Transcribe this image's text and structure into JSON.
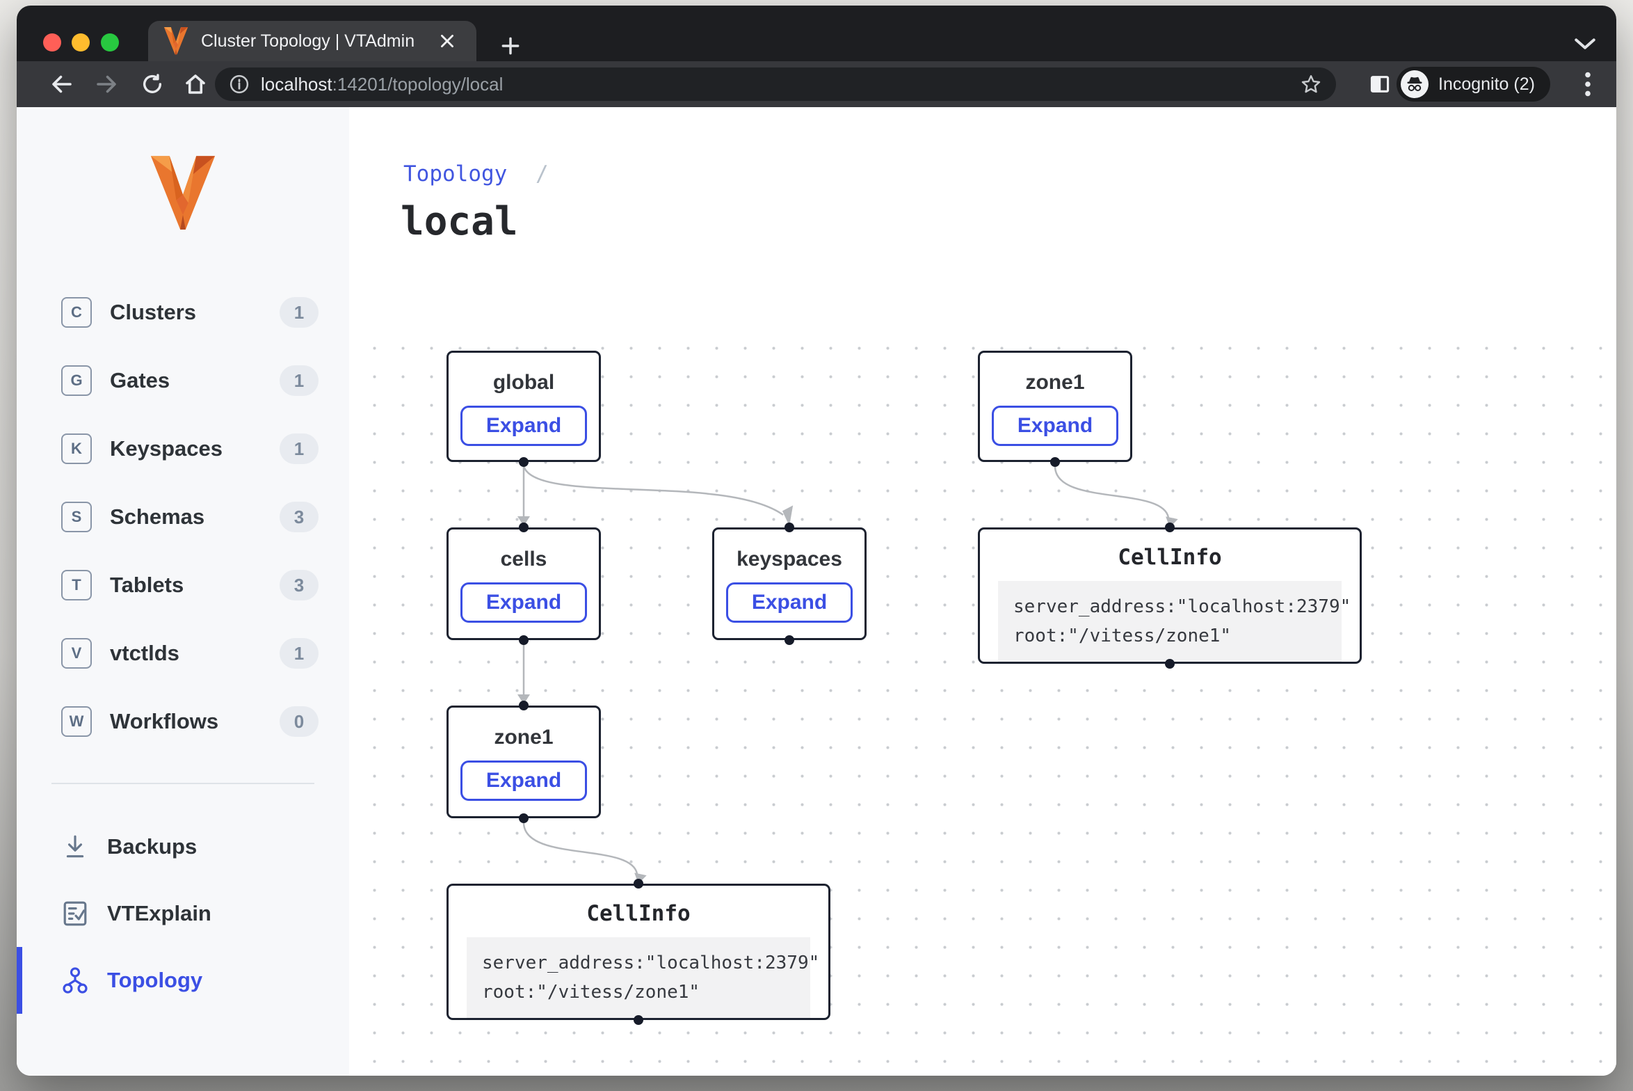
{
  "browser": {
    "tab_title": "Cluster Topology | VTAdmin",
    "url_host": "localhost",
    "url_rest": ":14201/topology/local",
    "incognito_label": "Incognito (2)"
  },
  "sidebar": {
    "items": [
      {
        "letter": "C",
        "label": "Clusters",
        "count": "1"
      },
      {
        "letter": "G",
        "label": "Gates",
        "count": "1"
      },
      {
        "letter": "K",
        "label": "Keyspaces",
        "count": "1"
      },
      {
        "letter": "S",
        "label": "Schemas",
        "count": "3"
      },
      {
        "letter": "T",
        "label": "Tablets",
        "count": "3"
      },
      {
        "letter": "V",
        "label": "vtctlds",
        "count": "1"
      },
      {
        "letter": "W",
        "label": "Workflows",
        "count": "0"
      }
    ],
    "tools": [
      {
        "label": "Backups"
      },
      {
        "label": "VTExplain"
      },
      {
        "label": "Topology"
      }
    ]
  },
  "main": {
    "breadcrumb": "Topology",
    "breadcrumb_separator": "/",
    "title": "local"
  },
  "graph": {
    "expand_label": "Expand",
    "nodes": [
      {
        "id": "global",
        "title": "global"
      },
      {
        "id": "zone1-top",
        "title": "zone1"
      },
      {
        "id": "cells",
        "title": "cells"
      },
      {
        "id": "keyspaces",
        "title": "keyspaces"
      },
      {
        "id": "zone1-left",
        "title": "zone1"
      },
      {
        "id": "cellinfo-right",
        "title": "CellInfo",
        "line1": "server_address:\"localhost:2379\"",
        "line2": "root:\"/vitess/zone1\""
      },
      {
        "id": "cellinfo-left",
        "title": "CellInfo",
        "line1": "server_address:\"localhost:2379\"",
        "line2": "root:\"/vitess/zone1\""
      }
    ]
  },
  "colors": {
    "accent_blue": "#3b4fe4",
    "breadcrumb_blue": "#4156e0",
    "node_border": "#1c2230",
    "edge_gray": "#b4b7bb",
    "vitess_orange": "#e9762e",
    "traffic_red": "#ff5f57",
    "traffic_yellow": "#febc2e",
    "traffic_green": "#28c840",
    "sidebar_bg": "#f7f8fa",
    "badge_bg": "#e8ebf0"
  }
}
